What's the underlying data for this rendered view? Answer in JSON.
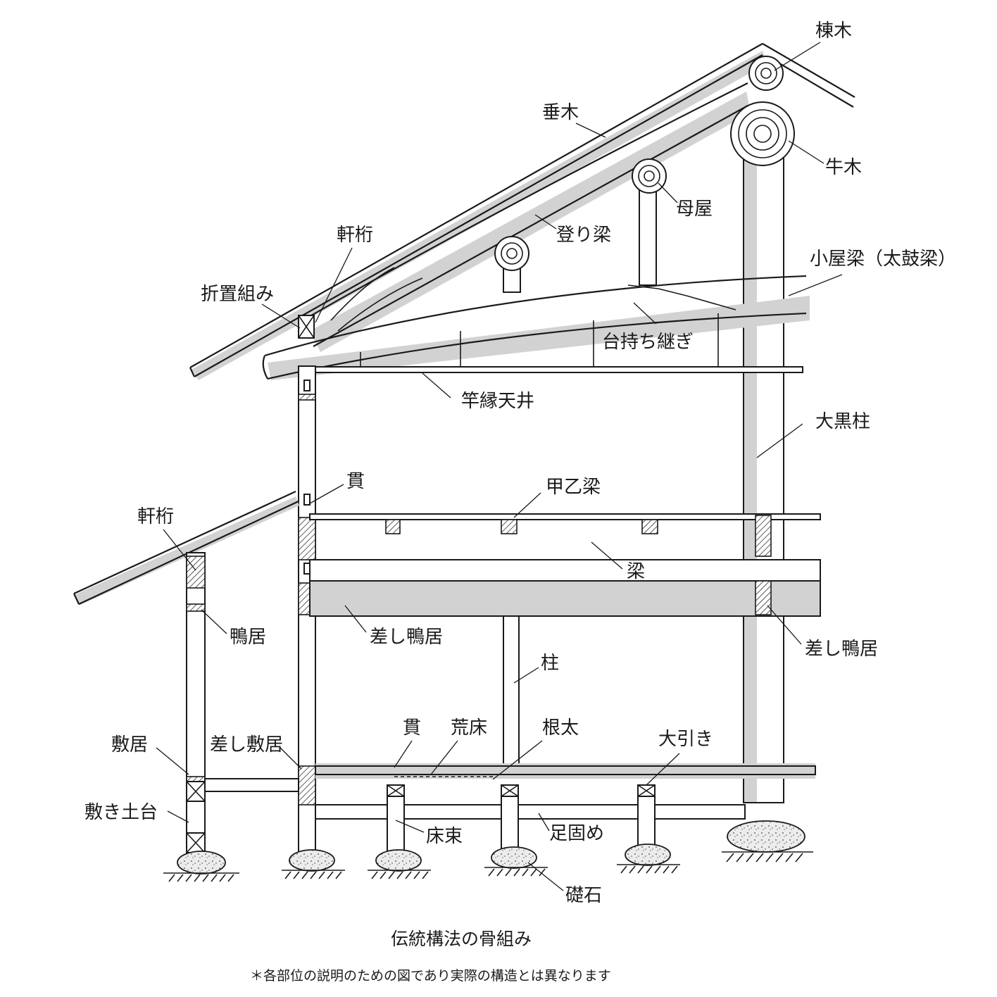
{
  "labels": {
    "munagi": "棟木",
    "taruki": "垂木",
    "ushigi": "牛木",
    "moya": "母屋",
    "noboribari": "登り梁",
    "nokigeta_upper": "軒桁",
    "koyabari": "小屋梁（太鼓梁）",
    "orioki": "折置組み",
    "daimochi": "台持ち継ぎ",
    "saobuchi": "竿縁天井",
    "daikoku": "大黒柱",
    "nuki_upper": "貫",
    "kouotsu": "甲乙梁",
    "nokigeta_lower": "軒桁",
    "hari": "梁",
    "kamoi": "鴨居",
    "sashikamoi_left": "差し鴨居",
    "sashikamoi_right": "差し鴨居",
    "hashira": "柱",
    "nuki_lower": "貫",
    "arayuka": "荒床",
    "neda": "根太",
    "oobiki": "大引き",
    "shikii": "敷居",
    "sashishikii": "差し敷居",
    "shikidodai": "敷き土台",
    "yukazuka": "床束",
    "ashigatame": "足固め",
    "soseki": "礎石"
  },
  "caption": {
    "title": "伝統構法の骨組み",
    "note": "＊各部位の説明のための図であり実際の構造とは異なります"
  },
  "colors": {
    "ink": "#1a1a1a",
    "shade": "#d2d2d2",
    "paper": "#ffffff"
  }
}
